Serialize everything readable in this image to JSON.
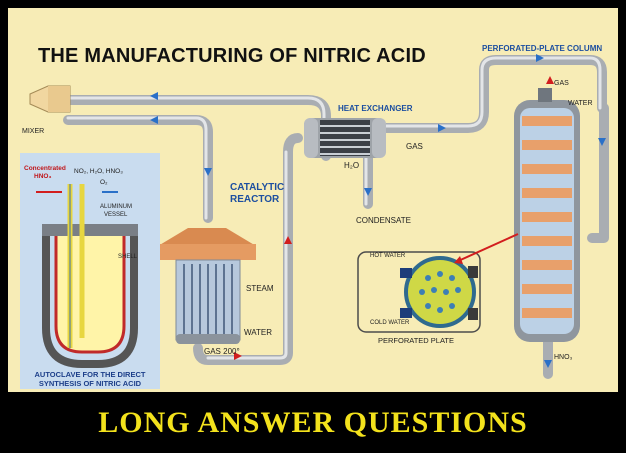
{
  "title": "THE MANUFACTURING OF NITRIC ACID",
  "labels": {
    "mixer": "MIXER",
    "heat_exchanger": "HEAT EXCHANGER",
    "catalytic_reactor_1": "CATALYTIC",
    "catalytic_reactor_2": "REACTOR",
    "steam": "STEAM",
    "water_reactor": "WATER",
    "gas_temp": "GAS 200°",
    "h2o": "H₂O",
    "condensate": "CONDENSATE",
    "gas_mid": "GAS",
    "column": "PERFORATED-PLATE COLUMN",
    "gas_top": "GAS",
    "water_top": "WATER",
    "hno3_bottom": "HNO₃",
    "hot_water": "HOT WATER",
    "cold_water": "COLD WATER",
    "perforated_plate": "PERFORATED PLATE"
  },
  "inset": {
    "concentrated_1": "Concentrated",
    "concentrated_2": "HNO₃",
    "gases": "NO₂, H₂O, HNO₃",
    "o2": "O₂",
    "aluminum_1": "ALUMINUM",
    "aluminum_2": "VESSEL",
    "shell": "SHELL",
    "caption_1": "AUTOCLAVE FOR THE DIRECT",
    "caption_2": "SYNTHESIS OF NITRIC ACID"
  },
  "footer": "LONG ANSWER QUESTIONS",
  "colors": {
    "background": "#f7ecb6",
    "pipe": "#b9bcc0",
    "arrow_blue": "#2a70c8",
    "arrow_red": "#d21e1e",
    "footer_text": "#f3e21c",
    "column_fill": "#e8a06b"
  }
}
